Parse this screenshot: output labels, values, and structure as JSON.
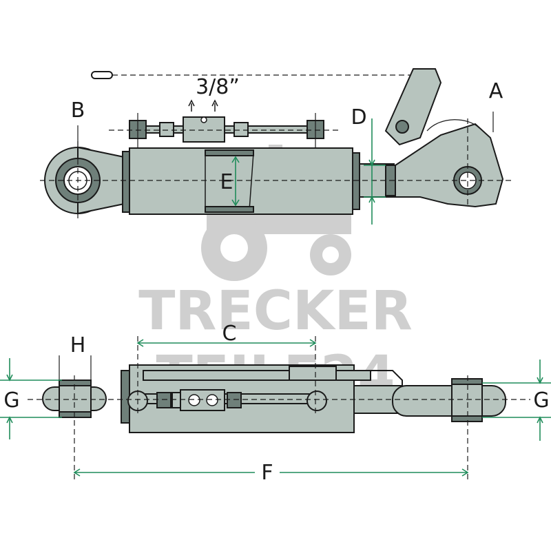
{
  "watermark": {
    "line1": "TRECKER",
    "line2": "TEILE24"
  },
  "labels": {
    "A": "A",
    "B": "B",
    "C": "C",
    "D": "D",
    "E": "E",
    "F": "F",
    "G_left": "G",
    "G_right": "G",
    "H": "H",
    "thread": "3/8”"
  },
  "colors": {
    "dimension": "#1f8c5a",
    "body": "#b7c4be",
    "shade": "#6f807a",
    "watermark": "#cfcfcf"
  }
}
